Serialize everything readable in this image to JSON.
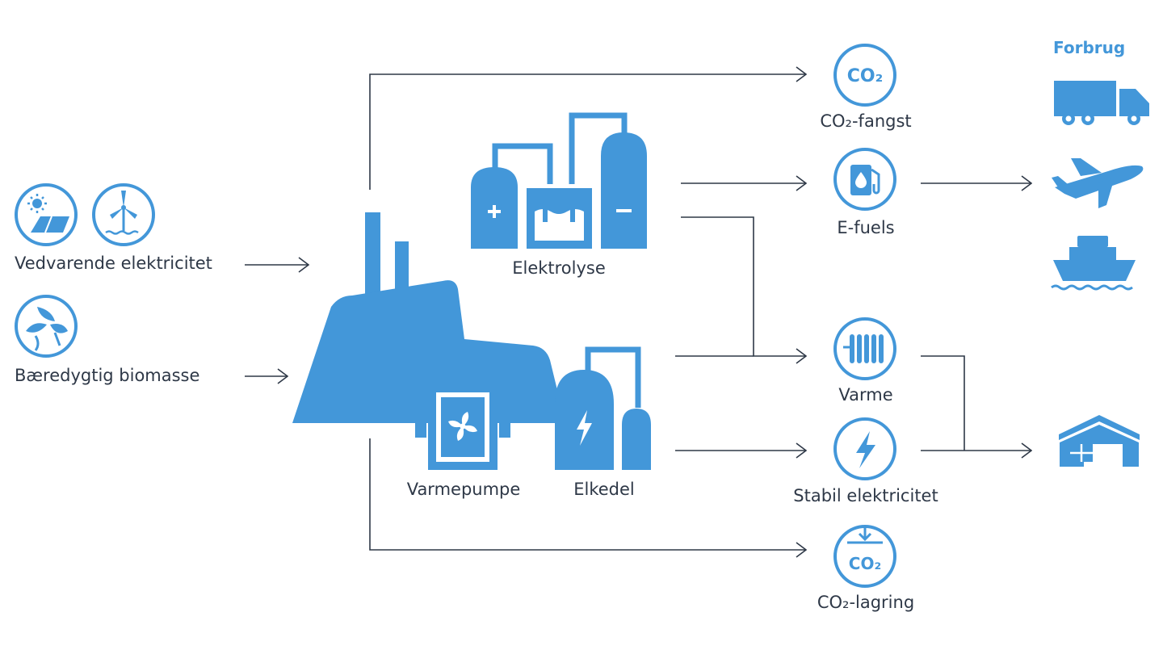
{
  "colors": {
    "accent": "#4397D9",
    "line": "#2E3847",
    "text": "#2E3847"
  },
  "inputs": {
    "renewable": {
      "label": "Vedvarende elektricitet",
      "icons": [
        "solar-panel-icon",
        "wind-turbine-icon"
      ]
    },
    "biomass": {
      "label": "Bæredygtig biomasse",
      "icons": [
        "biomass-icon"
      ]
    }
  },
  "plant": {
    "electrolysis": {
      "label": "Elektrolyse",
      "icon": "electrolysis-icon"
    },
    "heat_pump": {
      "label": "Varmepumpe",
      "icon": "heat-pump-icon"
    },
    "electric_boiler": {
      "label": "Elkedel",
      "icon": "electric-boiler-icon"
    }
  },
  "outputs": {
    "co2_capture": {
      "label": "CO₂-fangst",
      "icon_text": "CO₂"
    },
    "efuels": {
      "label": "E-fuels",
      "icon": "fuel-pump-icon"
    },
    "heat": {
      "label": "Varme",
      "icon": "radiator-icon"
    },
    "stable_electricity": {
      "label": "Stabil elektricitet",
      "icon": "lightning-icon"
    },
    "co2_storage": {
      "label": "CO₂-lagring",
      "icon_text": "CO₂"
    }
  },
  "consumption": {
    "title": "Forbrug",
    "icons": [
      "truck-icon",
      "airplane-icon",
      "ship-icon",
      "house-icon"
    ]
  }
}
